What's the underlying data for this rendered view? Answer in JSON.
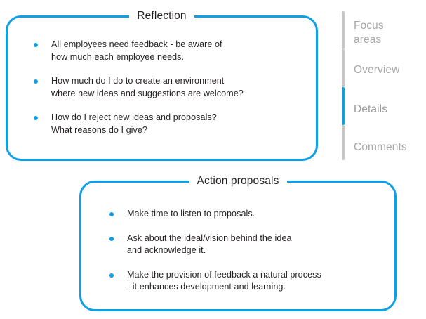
{
  "panels": [
    {
      "id": "reflection",
      "title": "Reflection",
      "bullets": [
        [
          "All employees need feedback - be aware of",
          "how much each employee needs."
        ],
        [
          "How much do I do to create an environment",
          "where new ideas and suggestions are welcome?"
        ],
        [
          "How do I reject new ideas and proposals?",
          "What reasons do I give?"
        ]
      ]
    },
    {
      "id": "action_proposals",
      "title": "Action proposals",
      "bullets": [
        [
          "Make time to listen to proposals."
        ],
        [
          "Ask about the ideal/vision behind the idea",
          "and acknowledge it."
        ],
        [
          "Make the provision of feedback a natural process",
          "- it enhances development and learning."
        ]
      ]
    }
  ],
  "side_nav": {
    "active": "Details",
    "items": [
      {
        "label": "Focus\nareas",
        "active": false
      },
      {
        "label": "Overview",
        "active": false
      },
      {
        "label": "Details",
        "active": true
      },
      {
        "label": "Comments",
        "active": false
      }
    ]
  },
  "colors": {
    "accent_blue": "#0ea0e6",
    "bullet_blue": "#0d9fe4",
    "rail_inactive_gray": "#c6c6c6",
    "nav_label_gray": "#a7a7a7",
    "body_text": "#231f20",
    "background": "#ffffff"
  }
}
